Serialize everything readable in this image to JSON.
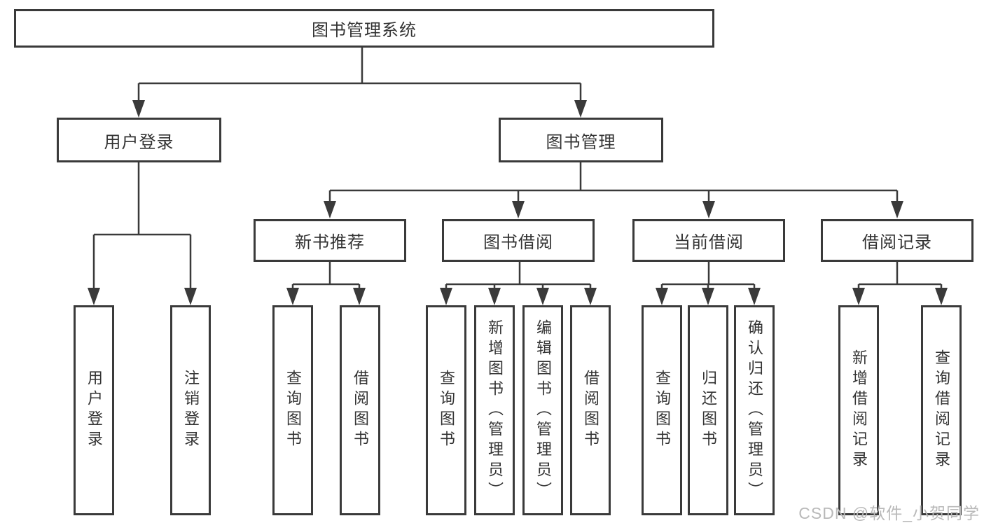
{
  "diagram": {
    "tree": {
      "label": "图书管理系统",
      "children": [
        {
          "label": "用户登录",
          "children": [
            {
              "label": "用户登录"
            },
            {
              "label": "注销登录"
            }
          ]
        },
        {
          "label": "图书管理",
          "children": [
            {
              "label": "新书推荐",
              "children": [
                {
                  "label": "查询图书"
                },
                {
                  "label": "借阅图书"
                }
              ]
            },
            {
              "label": "图书借阅",
              "children": [
                {
                  "label": "查询图书"
                },
                {
                  "label": "新增图书（管理员）"
                },
                {
                  "label": "编辑图书（管理员）"
                },
                {
                  "label": "借阅图书"
                }
              ]
            },
            {
              "label": "当前借阅",
              "children": [
                {
                  "label": "查询图书"
                },
                {
                  "label": "归还图书"
                },
                {
                  "label": "确认归还（管理员）"
                }
              ]
            },
            {
              "label": "借阅记录",
              "children": [
                {
                  "label": "新增借阅记录"
                },
                {
                  "label": "查询借阅记录"
                }
              ]
            }
          ]
        }
      ]
    },
    "colors": {
      "line": "#3a3a3a",
      "box_border": "#3a3a3a",
      "text": "#333333",
      "background": "#ffffff",
      "watermark": "#b9b9b9"
    }
  },
  "watermark": {
    "label": "CSDN @软件_小贺同学"
  }
}
